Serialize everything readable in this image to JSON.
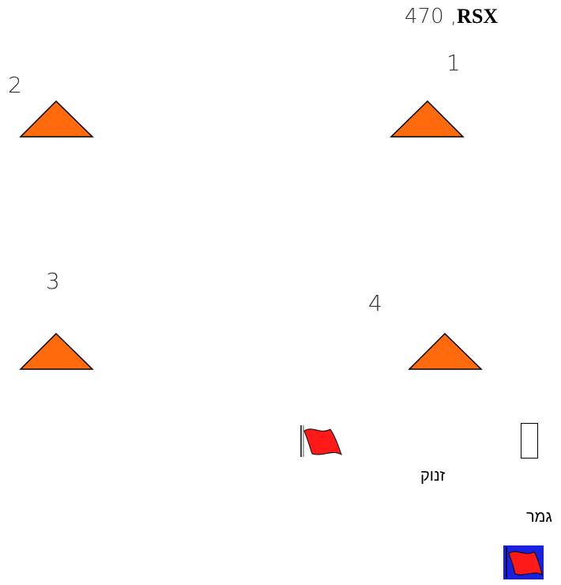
{
  "header": {
    "code": "RSX",
    "separator": ",",
    "number": "470"
  },
  "markers": [
    {
      "label": "1",
      "icon": "orange-cone-triangle"
    },
    {
      "label": "2",
      "icon": "orange-cone-triangle"
    },
    {
      "label": "3",
      "icon": "orange-cone-triangle"
    },
    {
      "label": "4",
      "icon": "orange-cone-triangle"
    }
  ],
  "start": {
    "label": "זנוק",
    "icon": "red-flag"
  },
  "finish": {
    "label": "גמר",
    "icon": "red-flag-on-blue"
  },
  "colors": {
    "cone": "#ff6a0c",
    "flag": "#ff1a1a",
    "finish_bg": "#1a20e0"
  }
}
